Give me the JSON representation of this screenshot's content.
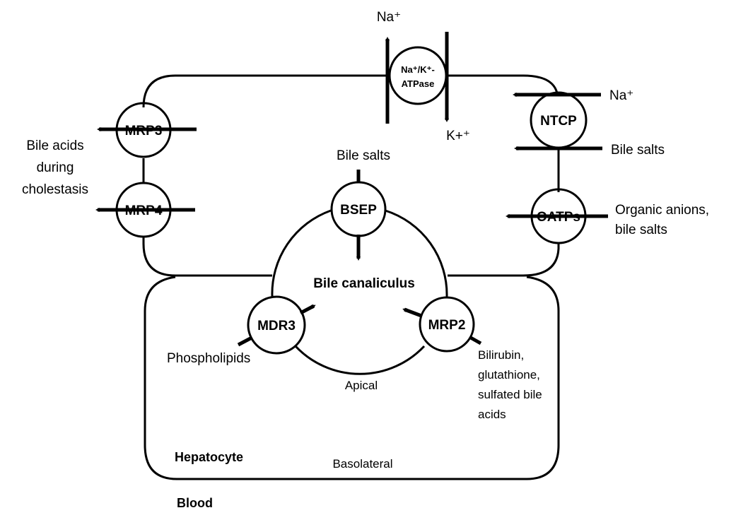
{
  "colors": {
    "line": "#000000",
    "background": "#ffffff"
  },
  "transporters": {
    "nak_atpase": {
      "line1": "Na⁺/K⁺-",
      "line2": "ATPase"
    },
    "ntcp": "NTCP",
    "oatps": "OATPs",
    "mrp3": "MRP3",
    "mrp4": "MRP4",
    "bsep": "BSEP",
    "mdr3": "MDR3",
    "mrp2": "MRP2"
  },
  "substrates": {
    "na_out": "Na⁺",
    "k_in": "K+⁺",
    "na_in": "Na⁺",
    "bile_salts_ntcp": "Bile salts",
    "oatps_line1": "Organic anions,",
    "oatps_line2": "bile salts",
    "mrp34_line1": "Bile acids",
    "mrp34_line2": "during",
    "mrp34_line3": "cholestasis",
    "bile_salts_bsep": "Bile salts",
    "phospholipids": "Phospholipids",
    "mrp2_line1": "Bilirubin,",
    "mrp2_line2": "glutathione,",
    "mrp2_line3": "sulfated bile",
    "mrp2_line4": "acids"
  },
  "regions": {
    "canaliculus": "Bile canaliculus",
    "apical": "Apical",
    "hepatocyte": "Hepatocyte",
    "basolateral": "Basolateral",
    "blood": "Blood"
  }
}
